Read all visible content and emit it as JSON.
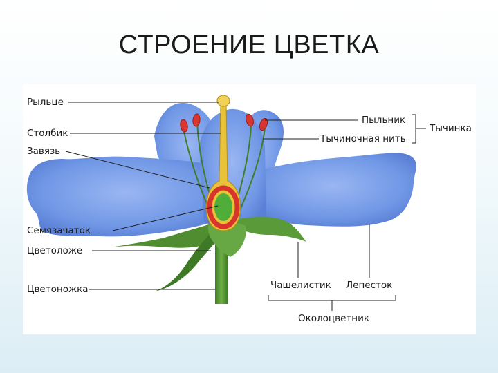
{
  "title": "СТРОЕНИЕ ЦВЕТКА",
  "labels": {
    "stigma": "Рыльце",
    "style": "Столбик",
    "ovary": "Завязь",
    "ovule": "Семязачаток",
    "receptacle": "Цветоложе",
    "pedicel": "Цветоножка",
    "anther": "Пыльник",
    "filament": "Тычиночная нить",
    "stamen": "Тычинка",
    "sepal": "Чашелистик",
    "petal": "Лепесток",
    "perianth": "Околоцветник"
  },
  "colors": {
    "petal": "#6f95e3",
    "leaf": "#5f9a3a",
    "pistil": "#e8c33a",
    "ovary_wall": "#d8342c",
    "ovule": "#4fae3a",
    "anther": "#d8372f"
  }
}
